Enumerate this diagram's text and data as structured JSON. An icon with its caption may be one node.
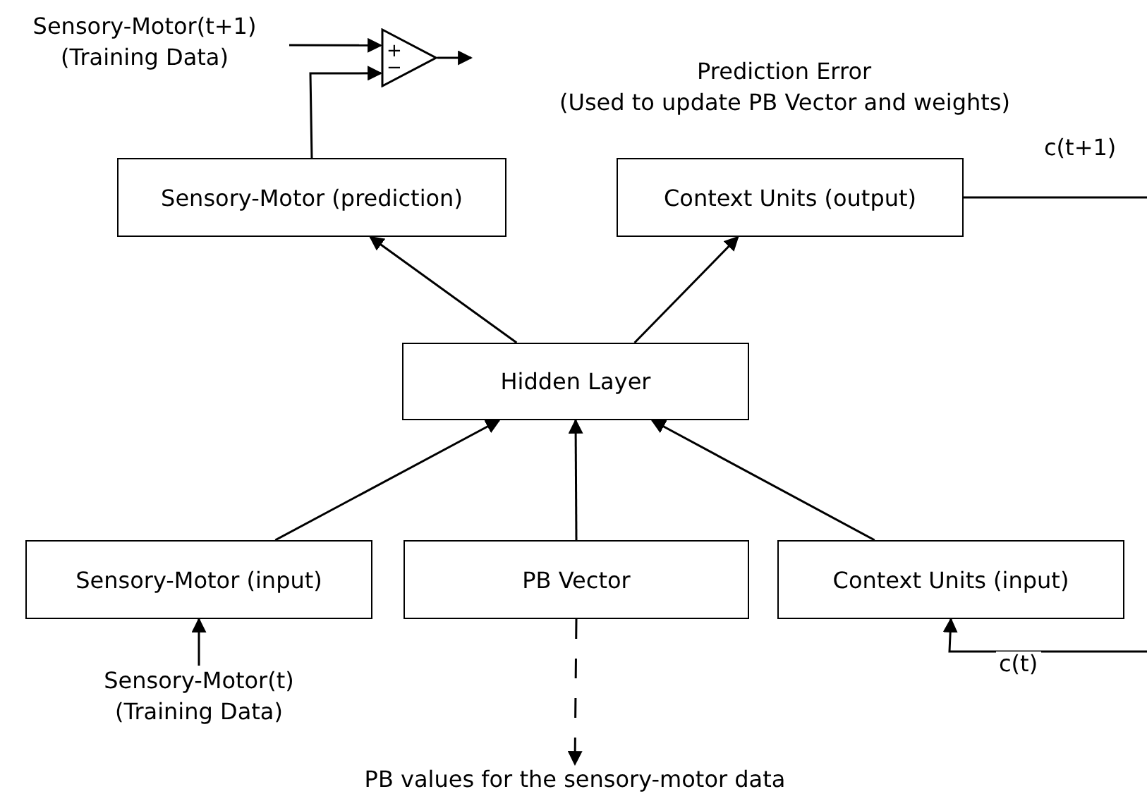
{
  "diagram": {
    "nodes": [
      {
        "text": [
          "Sensory-Motor(t+1) (Training Data)"
        ]
      },
      {
        "text": [
          "+",
          "−"
        ]
      },
      {
        "text": [
          "Sensory-Motor (prediction)"
        ]
      },
      {
        "text": [
          "Context Units (output)"
        ]
      },
      {
        "text": [
          "Hidden Layer"
        ]
      },
      {
        "text": [
          "Sensory-Motor (input)"
        ]
      },
      {
        "text": [
          "PB Vector"
        ]
      },
      {
        "text": [
          "Context Units (input)"
        ]
      },
      {
        "text": [
          "Sensory-Motor(t) (Training Data)"
        ]
      },
      {
        "text": [
          "PB values for the sensory-motor data"
        ]
      }
    ],
    "edges": [
      {
        "from": 0,
        "to": 1,
        "arrow": "to"
      },
      {
        "from": 2,
        "to": 1,
        "arrow": "to"
      },
      {
        "from": 1,
        "to": null,
        "arrow": "to"
      },
      {
        "from": 4,
        "to": 2,
        "arrow": "to"
      },
      {
        "from": 4,
        "to": 3,
        "arrow": "to"
      },
      {
        "from": 5,
        "to": 4,
        "arrow": "to"
      },
      {
        "from": 6,
        "to": 4,
        "arrow": "to"
      },
      {
        "from": 7,
        "to": 4,
        "arrow": "to"
      },
      {
        "from": 8,
        "to": 5,
        "arrow": "to"
      },
      {
        "from": 6,
        "to": 9,
        "arrow": "to",
        "style": "dashed"
      },
      {
        "from": 3,
        "to": null,
        "arrow": "none",
        "label": "c(t+1)"
      },
      {
        "from": null,
        "to": 7,
        "arrow": "to",
        "label": "c(t)"
      }
    ],
    "labels": [
      "Prediction Error",
      "(Used to update PB Vector and weights)"
    ]
  }
}
